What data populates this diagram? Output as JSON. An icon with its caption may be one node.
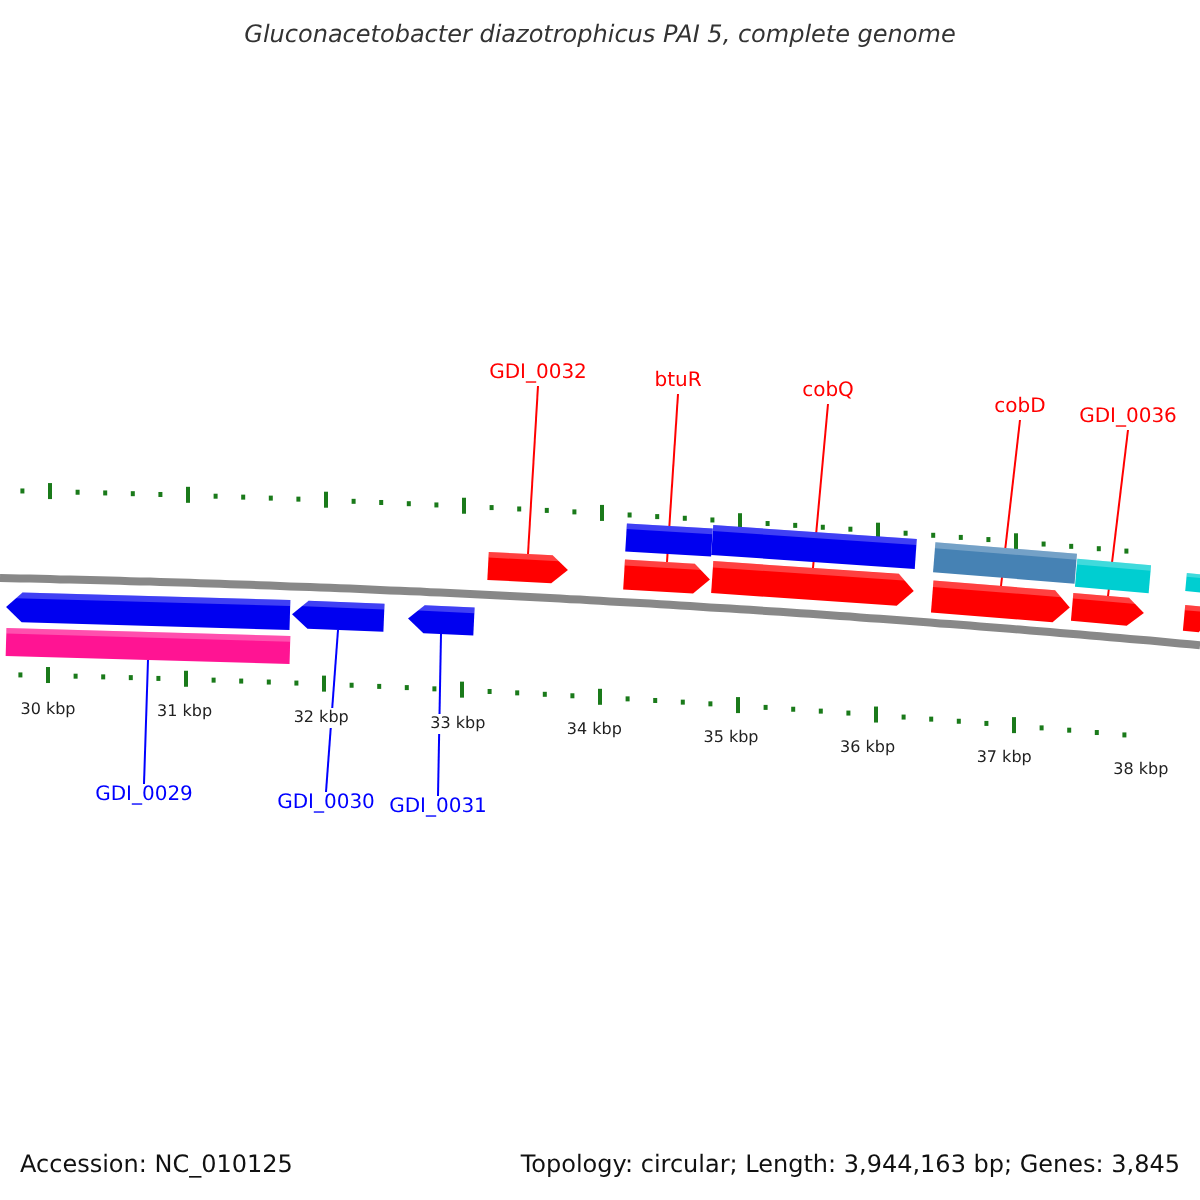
{
  "diagram": {
    "title": "Gluconacetobacter diazotrophicus PAI 5, complete genome",
    "nodes": [
      {
        "text": [
          "GDI_0032"
        ]
      },
      {
        "text": [
          "btuR"
        ]
      },
      {
        "text": [
          "cobQ"
        ]
      },
      {
        "text": [
          "cobD"
        ]
      },
      {
        "text": [
          "GDI_0036"
        ]
      },
      {
        "text": [],
        "shape": "arrow"
      },
      {
        "text": [],
        "shape": "bar"
      },
      {
        "text": [],
        "shape": "arrow"
      },
      {
        "text": [],
        "shape": "arrow"
      },
      {
        "text": [],
        "shape": "arrow"
      },
      {
        "text": [],
        "shape": "bar"
      },
      {
        "text": [],
        "shape": "bar"
      },
      {
        "text": [],
        "shape": "arrow"
      },
      {
        "text": [],
        "shape": "arrow"
      },
      {
        "text": [],
        "shape": "bar"
      },
      {
        "text": [],
        "shape": "bar"
      },
      {
        "text": [],
        "shape": "arrow"
      },
      {
        "text": [],
        "shape": "arrow"
      },
      {
        "text": [],
        "shape": "bar"
      },
      {
        "text": [],
        "shape": "arrow"
      },
      {
        "text": [
          "GDI_0029"
        ]
      },
      {
        "text": [
          "GDI_0030"
        ]
      },
      {
        "text": [
          "GDI_0031"
        ]
      }
    ],
    "edges": [
      {
        "from": 0,
        "to": 9,
        "arrow": "none"
      },
      {
        "from": 1,
        "to": 12,
        "arrow": "none"
      },
      {
        "from": 2,
        "to": 13,
        "arrow": "none"
      },
      {
        "from": 3,
        "to": 16,
        "arrow": "none"
      },
      {
        "from": 4,
        "to": 17,
        "arrow": "none"
      },
      {
        "from": 20,
        "to": 6,
        "arrow": "none",
        "color": "#0000ff"
      },
      {
        "from": 21,
        "to": 7,
        "arrow": "none",
        "color": "#0000ff"
      },
      {
        "from": 22,
        "to": 8,
        "arrow": "none",
        "color": "#0000ff"
      }
    ],
    "labels": [
      "30 kbp",
      "31 kbp",
      "32 kbp",
      "33 kbp",
      "34 kbp",
      "35 kbp",
      "36 kbp",
      "37 kbp",
      "38 kbp",
      "Accession: NC_010125",
      "Topology: circular; Length: 3,944,163 bp; Genes: 3,845"
    ]
  }
}
